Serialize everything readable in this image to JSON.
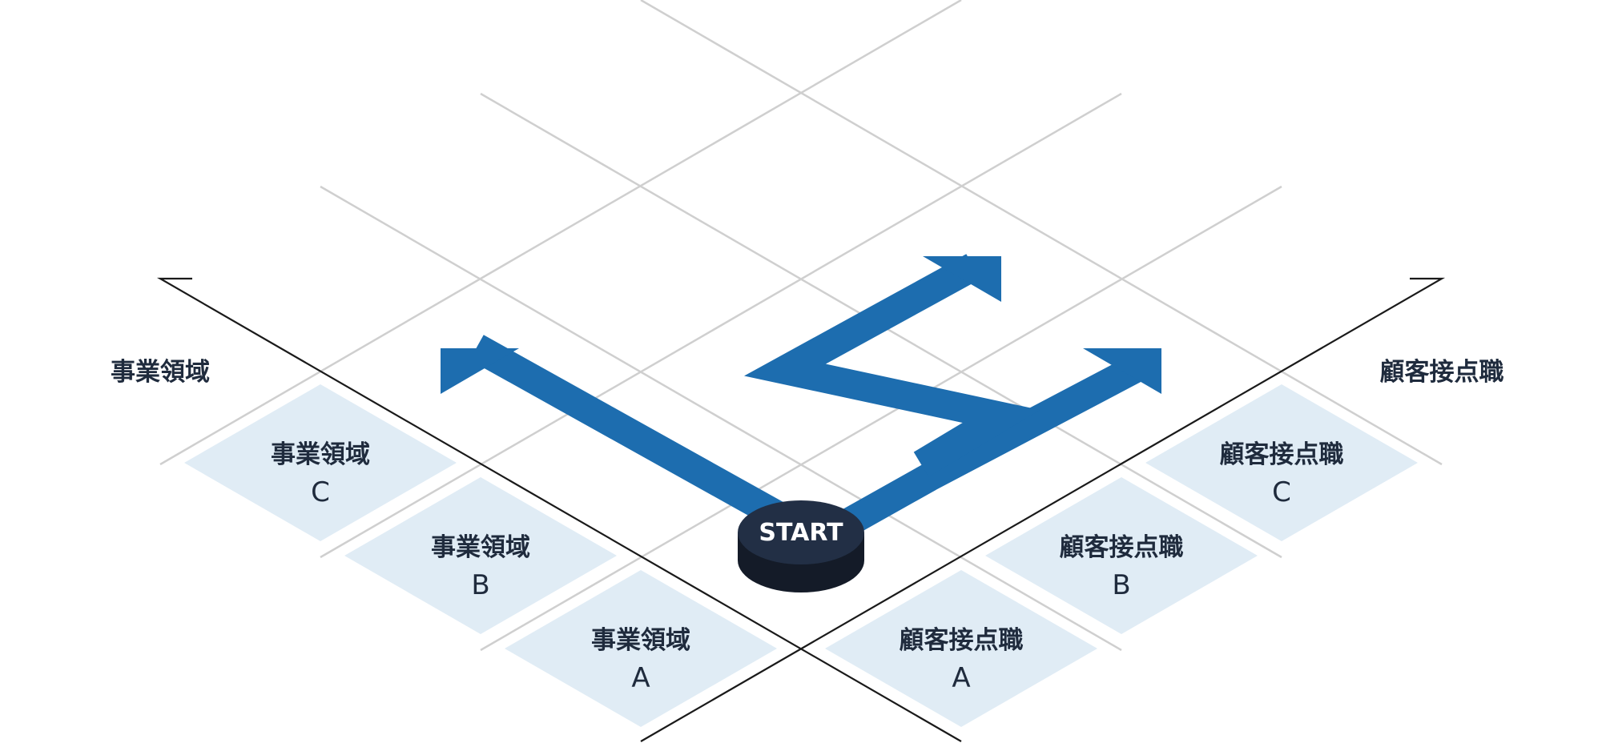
{
  "axes": {
    "left_label": "事業領域",
    "right_label": "顧客接点職"
  },
  "tiles": {
    "left": [
      {
        "label": "事業領域",
        "letter": "A"
      },
      {
        "label": "事業領域",
        "letter": "B"
      },
      {
        "label": "事業領域",
        "letter": "C"
      }
    ],
    "right": [
      {
        "label": "顧客接点職",
        "letter": "A"
      },
      {
        "label": "顧客接点職",
        "letter": "B"
      },
      {
        "label": "顧客接点職",
        "letter": "C"
      }
    ]
  },
  "start": {
    "label": "START"
  },
  "colors": {
    "arrow": "#1d6daf",
    "tile": "#e0ecf5",
    "grid": "#cfcfcf",
    "axis": "#1a1a1a",
    "start_top": "#222f45",
    "start_side": "#141b28",
    "text": "#1f2b3d"
  }
}
